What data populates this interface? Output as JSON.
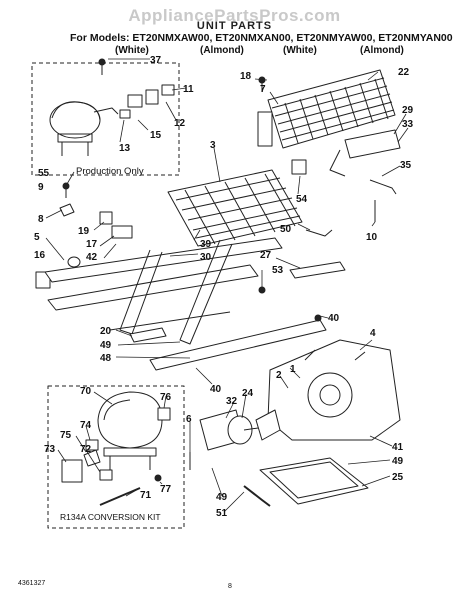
{
  "header": {
    "watermark": "AppliancePartsPros.com",
    "title": "UNIT PARTS",
    "models_line": "For Models: ET20NMXAW00, ET20NMXAN00, ET20NMYAW00, ET20NMYAN00",
    "color_labels": [
      "(White)",
      "(Almond)",
      "(White)",
      "(Almond)"
    ]
  },
  "notes": {
    "production_only": "Production Only",
    "conversion_kit": "R134A CONVERSION KIT"
  },
  "callouts": [
    "37",
    "18",
    "7",
    "22",
    "15",
    "12",
    "11",
    "13",
    "3",
    "29",
    "33",
    "35",
    "54",
    "55",
    "9",
    "8",
    "19",
    "17",
    "42",
    "5",
    "16",
    "39",
    "30",
    "50",
    "10",
    "27",
    "53",
    "40",
    "20",
    "49",
    "48",
    "4",
    "40",
    "70",
    "76",
    "24",
    "32",
    "2",
    "1",
    "74",
    "73",
    "75",
    "72",
    "6",
    "71",
    "77",
    "41",
    "49",
    "25",
    "49",
    "51"
  ],
  "footer": {
    "doc_number": "4361327",
    "page": "8"
  }
}
